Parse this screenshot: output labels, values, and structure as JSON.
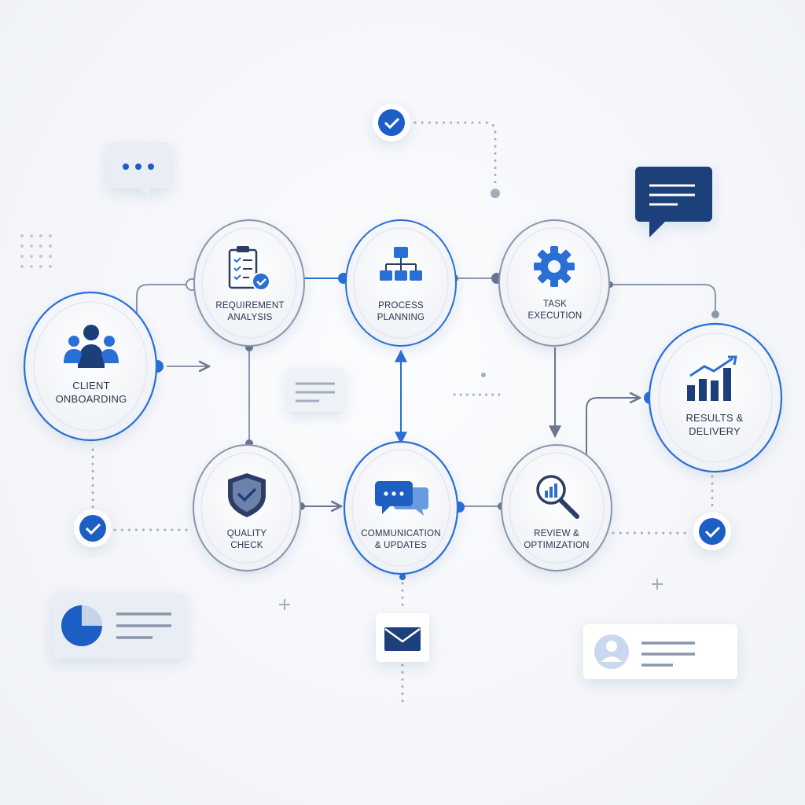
{
  "nodes": {
    "client_onboarding": {
      "line1": "CLIENT",
      "line2": "ONBOARDING",
      "icon": "users-icon"
    },
    "requirement_analysis": {
      "line1": "REQUIREMENT",
      "line2": "ANALYSIS",
      "icon": "clipboard-check-icon"
    },
    "process_planning": {
      "line1": "PROCESS",
      "line2": "PLANNING",
      "icon": "hierarchy-icon"
    },
    "task_execution": {
      "line1": "TASK",
      "line2": "EXECUTION",
      "icon": "gear-icon"
    },
    "results_delivery": {
      "line1": "RESULTS &",
      "line2": "DELIVERY",
      "icon": "growth-chart-icon"
    },
    "quality_check": {
      "line1": "QUALITY",
      "line2": "CHECK",
      "icon": "shield-check-icon"
    },
    "communication_updates": {
      "line1": "COMMUNICATION",
      "line2": "& UPDATES",
      "icon": "chat-bubbles-icon"
    },
    "review_optimization": {
      "line1": "REVIEW &",
      "line2": "OPTIMIZATION",
      "icon": "magnifier-chart-icon"
    }
  },
  "decorations": {
    "icons": [
      "typing-bubble-icon",
      "message-bubble-icon",
      "checkmark-badge-icon",
      "envelope-icon",
      "pie-chart-icon",
      "user-avatar-icon",
      "plus-icon"
    ]
  },
  "colors": {
    "accent": "#2a6fd6",
    "navy": "#1c3f7a",
    "steel": "#8a96ad",
    "node_fill": "#f4f6fa"
  }
}
